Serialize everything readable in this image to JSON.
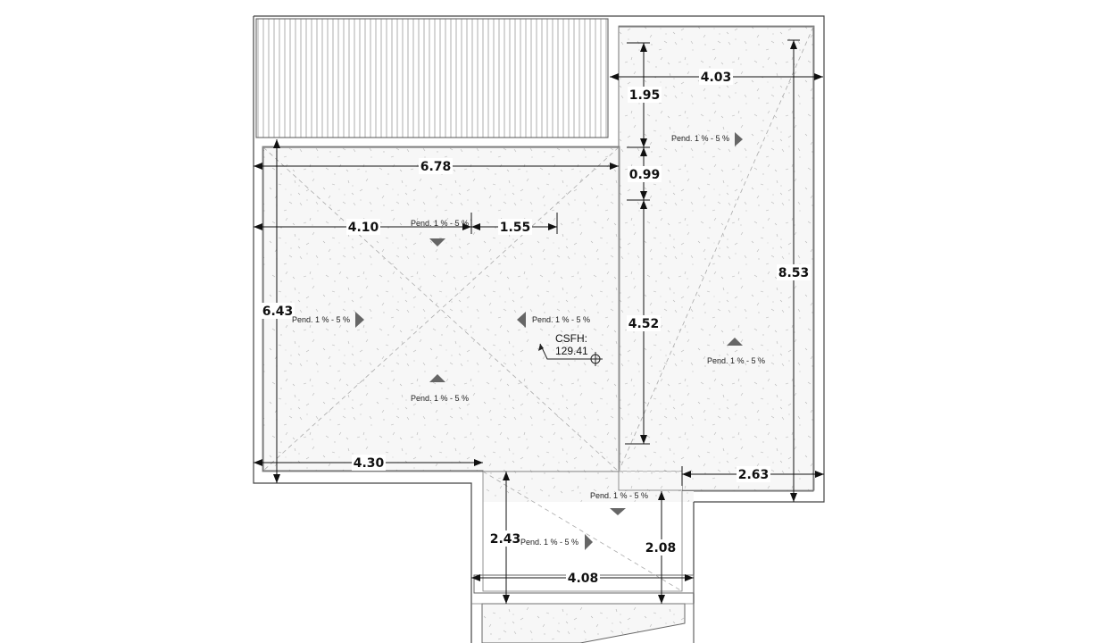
{
  "drawing": {
    "dimensions": {
      "d_403": "4.03",
      "d_195": "1.95",
      "d_099": "0.99",
      "d_678": "6.78",
      "d_410": "4.10",
      "d_155": "1.55",
      "d_643": "6.43",
      "d_452": "4.52",
      "d_853": "8.53",
      "d_430": "4.30",
      "d_263": "2.63",
      "d_243": "2.43",
      "d_208": "2.08",
      "d_408": "4.08"
    },
    "slope_label": "Pend. 1 % -  5 %",
    "level_marker": {
      "label": "CSFH:",
      "value": "129.41"
    }
  }
}
